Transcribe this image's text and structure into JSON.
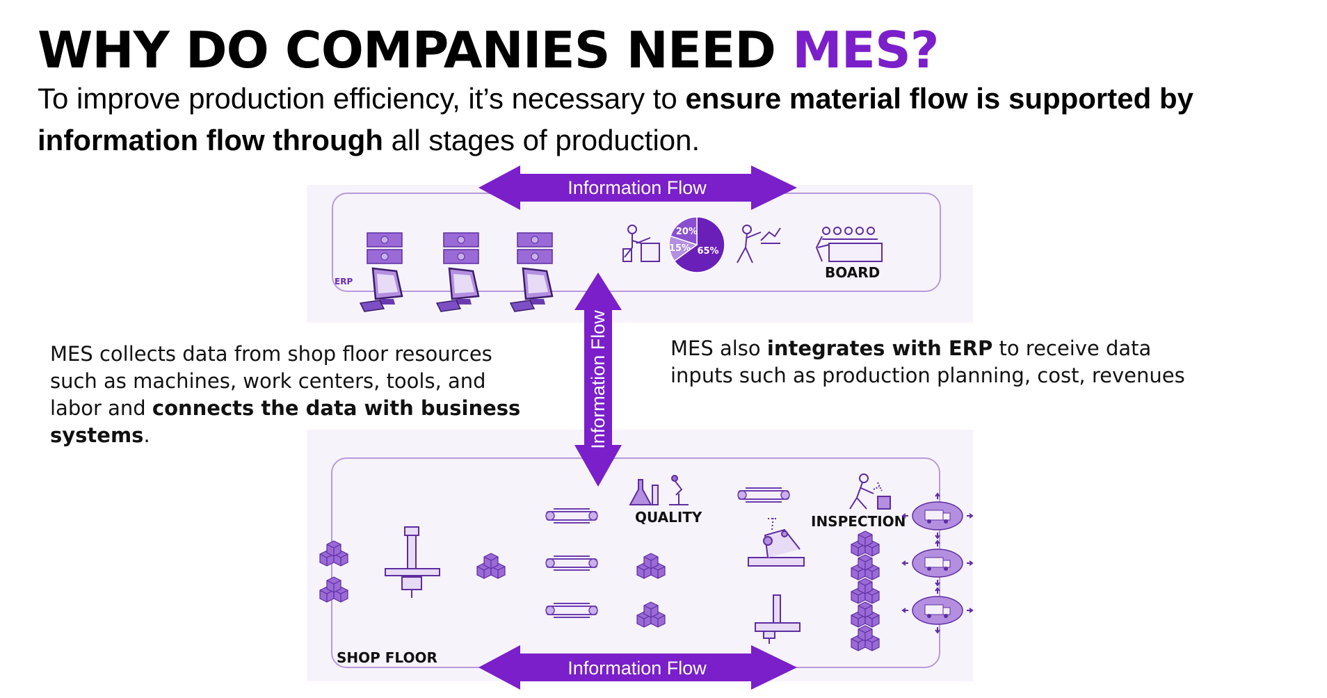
{
  "title": {
    "main": "WHY DO COMPANIES NEED ",
    "accent": "MES?"
  },
  "subtitle": {
    "part1": "To improve production efficiency, it’s necessary to ",
    "bold1": "ensure material flow is supported by information flow through",
    "part2": " all stages of production."
  },
  "flows": {
    "top": "Information Flow",
    "vertical": "Information Flow",
    "bottom": "Information Flow"
  },
  "top_panel": {
    "erp_label": "ERP",
    "board_label": "BOARD",
    "pie": {
      "slices": [
        {
          "label": "65%",
          "value": 65,
          "color": "#6a1fb8"
        },
        {
          "label": "15%",
          "value": 15,
          "color": "#b48fe0"
        },
        {
          "label": "20%",
          "value": 20,
          "color": "#8a4fd0"
        }
      ]
    }
  },
  "left_text": {
    "part1": "MES collects data from shop floor resources such as machines, work centers, tools, and labor and ",
    "bold": "connects the data with business systems",
    "part2": "."
  },
  "right_text": {
    "part1": "MES also ",
    "bold": "integrates with ERP",
    "part2": " to receive data inputs such as production planning, cost, revenues"
  },
  "bottom_panel": {
    "shop_floor_label": "SHOP FLOOR",
    "quality_label": "QUALITY",
    "inspection_label": "INSPECTION"
  },
  "colors": {
    "accent": "#7a1fc9",
    "arrow": "#7a1fc9",
    "icon": "#8a5bc9",
    "panel_border": "#b79ad9"
  }
}
